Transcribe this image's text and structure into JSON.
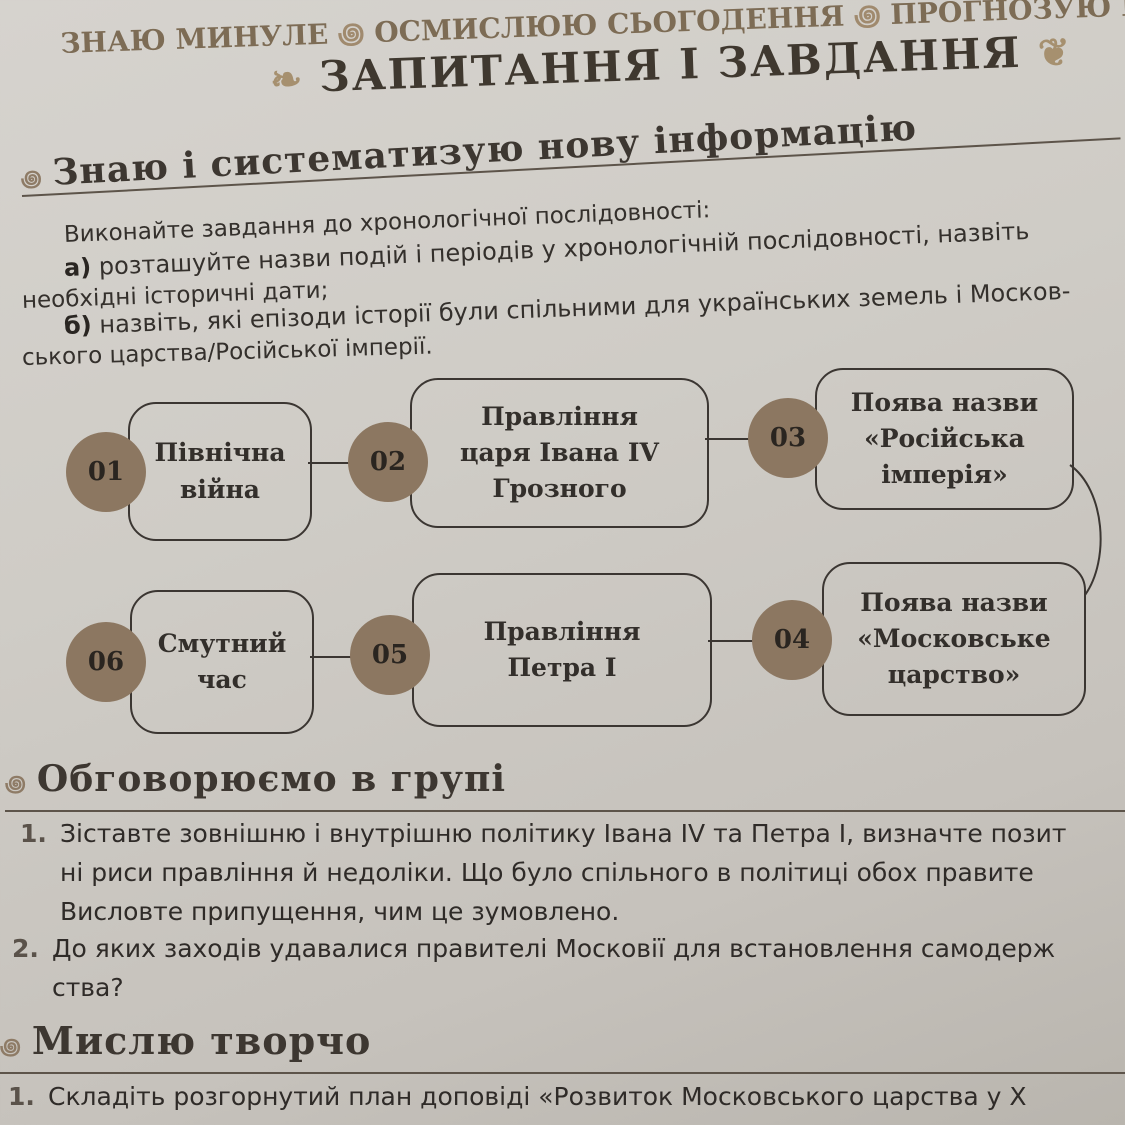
{
  "header": {
    "top_line_1": "ЗНАЮ МИНУЛЕ",
    "top_line_2": "ОСМИСЛЮЮ СЬОГОДЕННЯ",
    "top_line_3": "ПРОГНОЗУЮ МАЙБУТНЄ",
    "title": "ЗАПИТАННЯ І ЗАВДАННЯ"
  },
  "section1": {
    "heading": "Знаю і систематизую нову інформацію",
    "intro": "Виконайте завдання до хронологічної послідовності:",
    "a_label": "а)",
    "a_text": "розташуйте назви подій і періодів у хронологічній послідовності, назвіть",
    "a_text_cont": "необхідні історичні дати;",
    "b_label": "б)",
    "b_text": "назвіть, які епізоди історії були спільними для українських земель і Москов-",
    "b_text_cont": "ського царства/Російської імперії."
  },
  "diagram": {
    "items": [
      {
        "num": "01",
        "line1": "Північна",
        "line2": "війна",
        "line3": ""
      },
      {
        "num": "02",
        "line1": "Правління",
        "line2": "царя Івана IV",
        "line3": "Грозного"
      },
      {
        "num": "03",
        "line1": "Поява назви",
        "line2": "«Російська",
        "line3": "імперія»"
      },
      {
        "num": "04",
        "line1": "Поява назви",
        "line2": "«Московське",
        "line3": "царство»"
      },
      {
        "num": "05",
        "line1": "Правління",
        "line2": "Петра I",
        "line3": ""
      },
      {
        "num": "06",
        "line1": "Смутний",
        "line2": "час",
        "line3": ""
      }
    ]
  },
  "section2": {
    "heading": "Обговорюємо в групі",
    "q1_num": "1.",
    "q1_line1": "Зіставте зовнішню і внутрішню політику Івана IV та Петра I, визначте позит",
    "q1_line2": "ні риси правління й недоліки. Що було спільного в політиці обох правите",
    "q1_line3": "Висловте припущення, чим це зумовлено.",
    "q2_num": "2.",
    "q2_line1": "До яких заходів удавалися правителі Московії для встановлення самодерж",
    "q2_line2": "ства?"
  },
  "section3": {
    "heading": "Мислю творчо",
    "q1_num": "1.",
    "q1_line1": "Складіть розгорнутий план доповіді «Розвиток Московського царства у X"
  }
}
